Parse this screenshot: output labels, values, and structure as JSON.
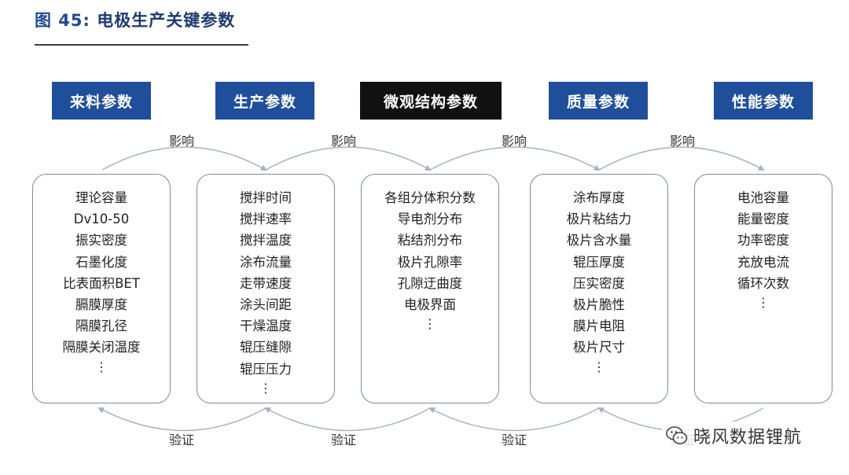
{
  "figure": {
    "label": "图 45:",
    "title": "电极生产关键参数"
  },
  "headers": [
    "来料参数",
    "生产参数",
    "微观结构参数",
    "质量参数",
    "性能参数"
  ],
  "columns": [
    [
      "理论容量",
      "Dv10-50",
      "振实密度",
      "石墨化度",
      "比表面积BET",
      "膈膜厚度",
      "隔膜孔径",
      "隔膜关闭温度",
      "⋮"
    ],
    [
      "搅拌时间",
      "搅拌速率",
      "搅拌温度",
      "涂布流量",
      "走带速度",
      "涂头间距",
      "干燥温度",
      "辊压缝隙",
      "辊压压力",
      "⋮"
    ],
    [
      "各组分体积分数",
      "导电剂分布",
      "粘结剂分布",
      "极片孔隙率",
      "孔隙迂曲度",
      "电极界面",
      "⋮"
    ],
    [
      "涂布厚度",
      "极片粘结力",
      "极片含水量",
      "辊压厚度",
      "压实密度",
      "极片脆性",
      "膜片电阻",
      "极片尺寸",
      "⋮"
    ],
    [
      "电池容量",
      "能量密度",
      "功率密度",
      "充放电流",
      "循环次数",
      "⋮"
    ]
  ],
  "top_labels": [
    "影响",
    "影响",
    "影响",
    "影响"
  ],
  "bottom_labels": [
    "验证",
    "验证",
    "验证",
    "验证"
  ],
  "watermark": {
    "text": "晓风数据锂航",
    "icon": "wechat-icon"
  },
  "colors": {
    "header_blue": "#1f4f9a",
    "header_black": "#111111",
    "box_border": "#7a8aa0",
    "arrow": "#a9b2bd"
  }
}
